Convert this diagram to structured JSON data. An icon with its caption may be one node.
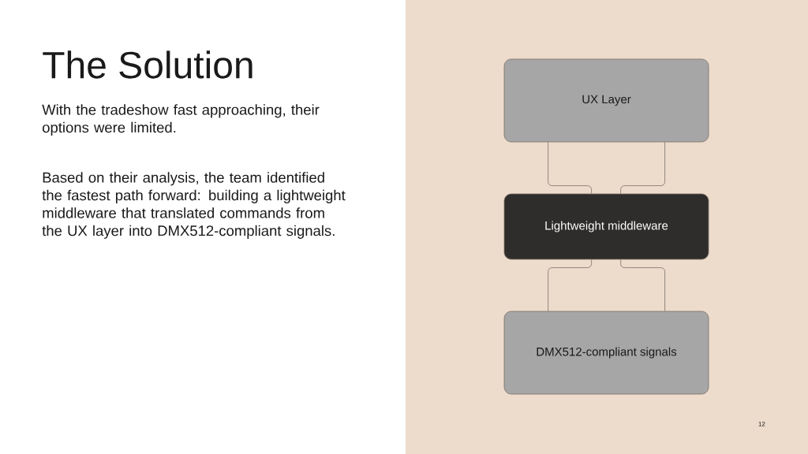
{
  "diagram": {
    "title": "The Solution",
    "nodes": [
      {
        "text": [
          "UX Layer"
        ]
      },
      {
        "text": [
          "Lightweight middleware"
        ]
      },
      {
        "text": [
          "DMX512-compliant signals"
        ]
      }
    ],
    "edges": [
      {
        "from": 0,
        "to": 1,
        "arrow": "none"
      },
      {
        "from": 0,
        "to": 1,
        "arrow": "none"
      },
      {
        "from": 1,
        "to": 2,
        "arrow": "none"
      },
      {
        "from": 1,
        "to": 2,
        "arrow": "none"
      }
    ],
    "labels": [
      "With the tradeshow fast approaching, their options were limited.",
      "Based on their analysis, the team identified the fastest path forward: building a lightweight middleware that translated commands from the UX layer into DMX512-compliant signals.",
      "12"
    ]
  }
}
